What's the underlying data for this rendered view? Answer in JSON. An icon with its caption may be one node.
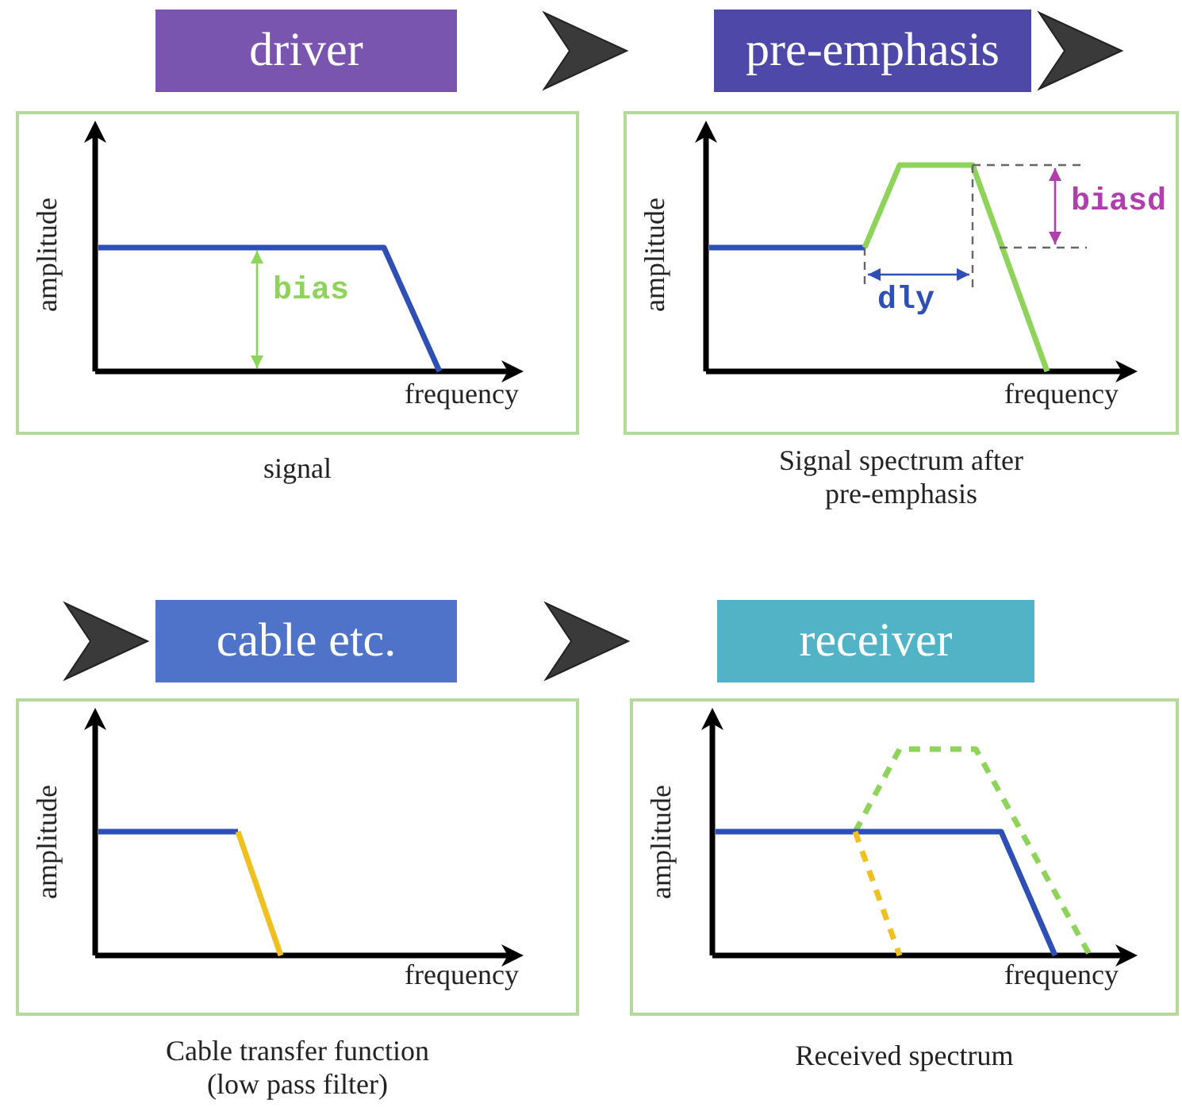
{
  "diagram": {
    "nodes": [
      {
        "text": [
          "driver"
        ]
      },
      {
        "text": [
          "amplitude",
          "frequency",
          "bias"
        ],
        "beside": [
          "signal"
        ]
      },
      {
        "text": [
          "pre-emphasis"
        ]
      },
      {
        "text": [
          "amplitude",
          "frequency",
          "dly",
          "biasd"
        ],
        "beside": [
          "Signal spectrum after pre-emphasis"
        ]
      },
      {
        "text": [
          "cable etc."
        ]
      },
      {
        "text": [
          "amplitude",
          "frequency"
        ],
        "beside": [
          "Cable transfer function (low pass filter)"
        ]
      },
      {
        "text": [
          "receiver"
        ]
      },
      {
        "text": [
          "amplitude",
          "frequency"
        ],
        "beside": [
          "Received spectrum"
        ]
      }
    ],
    "edges": [
      {
        "from": 0,
        "to": 2,
        "arrow": "to"
      },
      {
        "from": 2,
        "to": null,
        "arrow": "to"
      },
      {
        "from": null,
        "to": 4,
        "arrow": "to"
      },
      {
        "from": 4,
        "to": 6,
        "arrow": "to"
      }
    ]
  }
}
